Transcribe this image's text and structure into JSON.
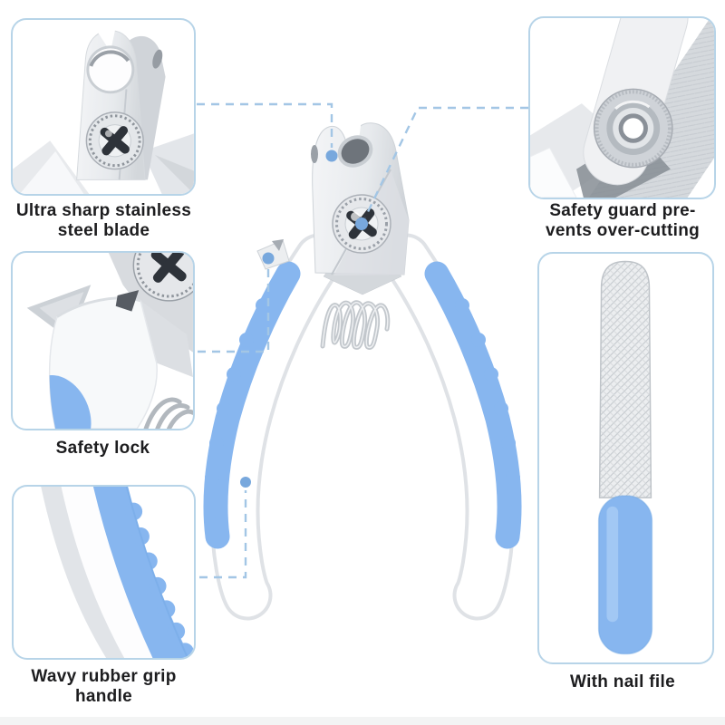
{
  "theme": {
    "accent_blue": "#87b6ef",
    "accent_blue_dark": "#6ba3e2",
    "callout_line": "#a3c6e5",
    "callout_dot": "#78a8dd",
    "box_border": "#b7d4e8",
    "label_text": "#1d1d1f",
    "footer_strip": "#f3f4f4"
  },
  "callouts": [
    {
      "id": "blade",
      "lines": [
        "Ultra sharp stainless",
        "steel blade"
      ]
    },
    {
      "id": "guard",
      "lines": [
        "Safety guard pre-",
        "vents over-cutting"
      ]
    },
    {
      "id": "lock",
      "lines": [
        "Safety lock"
      ]
    },
    {
      "id": "grip",
      "lines": [
        "Wavy rubber grip",
        "handle"
      ]
    },
    {
      "id": "file",
      "lines": [
        "With nail file"
      ]
    }
  ]
}
